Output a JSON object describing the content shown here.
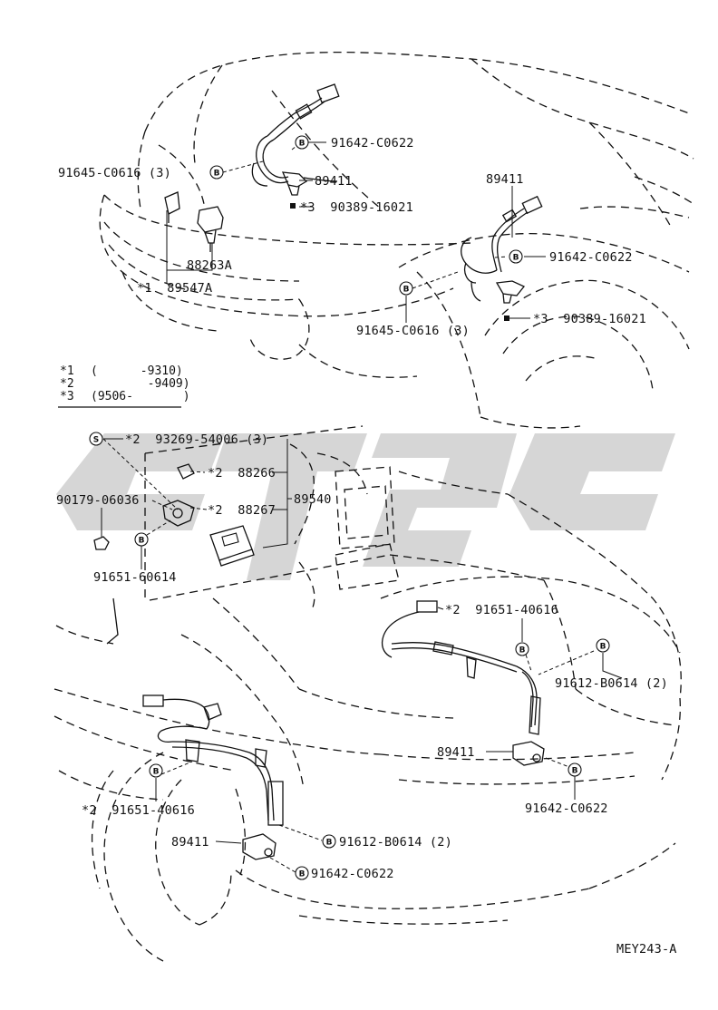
{
  "diagram_code": "MEY243-A",
  "symbols": {
    "bolt": "B",
    "screw": "S"
  },
  "notes": [
    {
      "mark": "*1",
      "range": "(      -9310)"
    },
    {
      "mark": "*2",
      "range": "        -9409)"
    },
    {
      "mark": "*3",
      "range": "(9506-       )"
    }
  ],
  "labels": {
    "top_left_bolt": "91645-C0616 (3)",
    "top_bolt_right": "91642-C0622",
    "top_sensor": "89411",
    "top_clip": "*3  90389-16021",
    "relay": "88263A",
    "relay_bracket": "*1  89547A",
    "mid_sensor": "89411",
    "mid_bolt": "91642-C0622",
    "mid_bolt_lower": "91645-C0616 (3)",
    "mid_clip": "*3  90389-16021",
    "screw_part": "*2  93269-54006 (3)",
    "bracket_2": "*2  88266",
    "ecu_bracket": "*2  88267",
    "ecu": "89540",
    "nut_part": "90179-06036",
    "ecu_bolt": "91651-60614",
    "rear_right_wire_bolt": "*2  91651-40616",
    "rear_right_bolt": "91612-B0614 (2)",
    "rear_right_sensor": "89411",
    "rear_right_bolt2": "91642-C0622",
    "rear_left_wire_bolt": "*2  91651-40616",
    "rear_left_sensor": "89411",
    "rear_left_bolt": "91612-B0614 (2)",
    "rear_left_bolt2": "91642-C0622"
  }
}
